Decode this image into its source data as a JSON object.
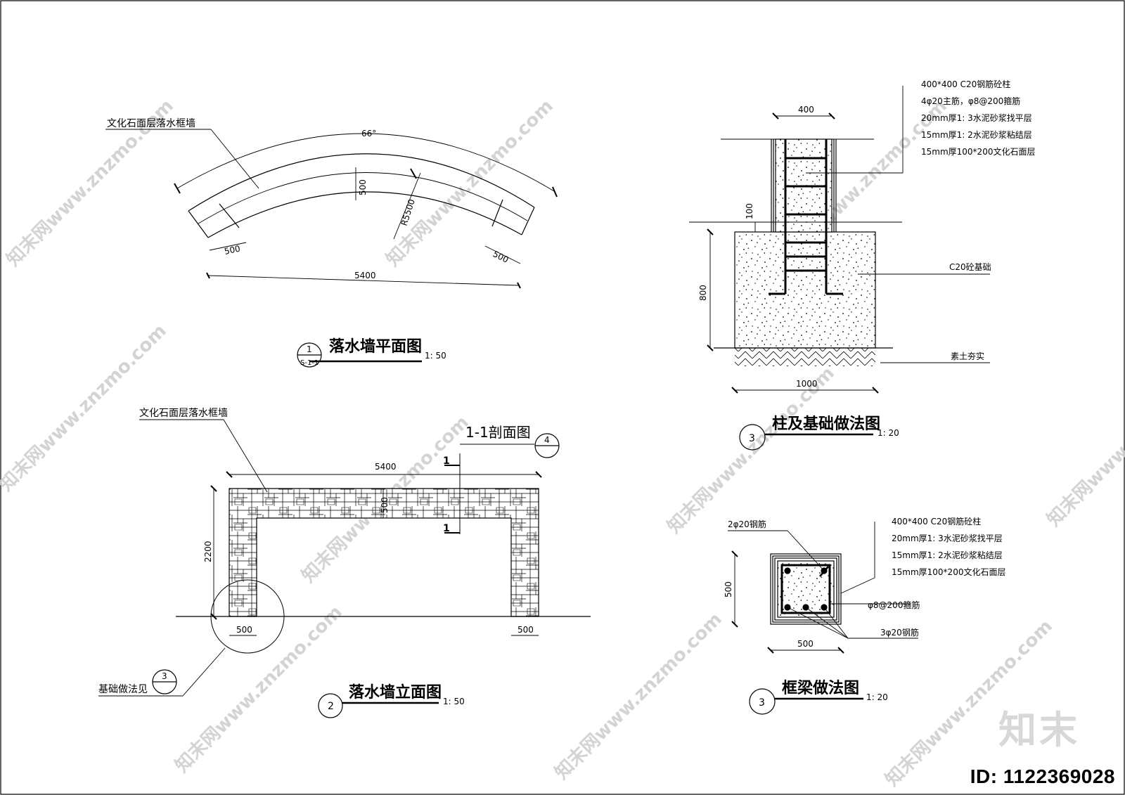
{
  "watermark": {
    "site": "知末网www.znzmo.com",
    "brand": "知末",
    "id_label": "ID: 1122369028"
  },
  "plan": {
    "leader_label": "文化石面层落水框墙",
    "angle": "66°",
    "dim_width": "500",
    "dim_radius": "R5500",
    "dim_end_left": "500",
    "dim_end_right": "500",
    "dim_total": "5400",
    "title": "落水墙平面图",
    "scale": "1: 50",
    "bubble_top": "1",
    "bubble_bottom": "S-1-1"
  },
  "elevation": {
    "leader_label": "文化石面层落水框墙",
    "section_title": "1-1剖面图",
    "section_mark": "1",
    "section_ref_top": "4",
    "dim_total": "5400",
    "dim_beam": "500",
    "dim_height": "2200",
    "dim_col_left": "500",
    "dim_col_right": "500",
    "foundation_note": "基础做法见",
    "foundation_ref": "3",
    "title": "落水墙立面图",
    "scale": "1: 50",
    "bubble": "2"
  },
  "column": {
    "dim_width": "400",
    "dim_100": "100",
    "dim_800": "800",
    "dim_1000": "1000",
    "notes": [
      "400*400 C20钢筋砼柱",
      "4φ20主筋，φ8@200箍筋",
      "20mm厚1: 3水泥砂浆找平层",
      "15mm厚1: 2水泥砂浆粘结层",
      "15mm厚100*200文化石面层"
    ],
    "foundation_label": "C20砼基础",
    "soil_label": "素土夯实",
    "title": "柱及基础做法图",
    "scale": "1: 20",
    "bubble": "3"
  },
  "beam": {
    "top_bar_label": "2φ20钢筋",
    "notes": [
      "400*400 C20钢筋砼柱",
      "20mm厚1: 3水泥砂浆找平层",
      "15mm厚1: 2水泥砂浆粘结层",
      "15mm厚100*200文化石面层"
    ],
    "stirrup_label": "φ8@200箍筋",
    "bottom_bar_label": "3φ20钢筋",
    "dim_height": "500",
    "dim_width": "500",
    "title": "框梁做法图",
    "scale": "1: 20",
    "bubble": "3"
  }
}
